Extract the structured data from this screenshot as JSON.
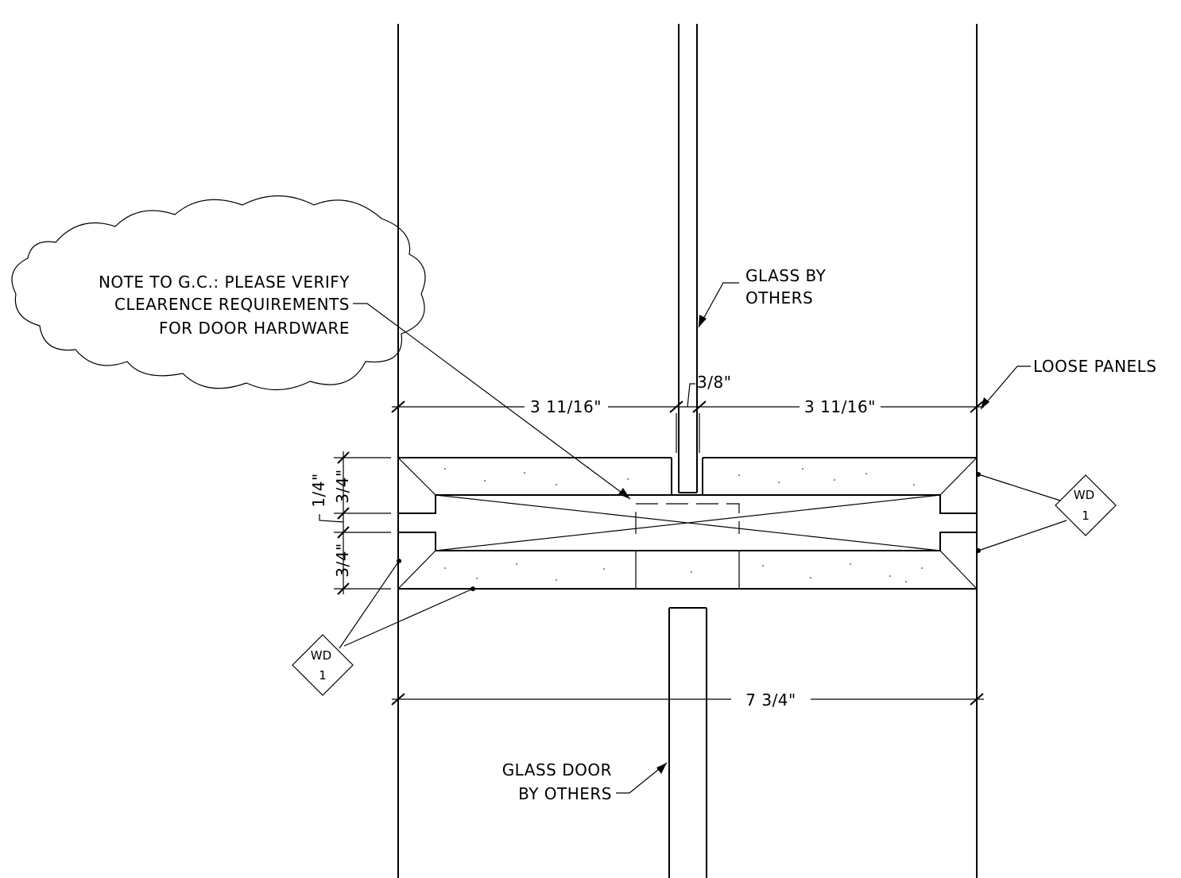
{
  "notes": {
    "cloud_note": [
      "NOTE TO G.C.: PLEASE VERIFY",
      "CLEARENCE REQUIREMENTS",
      "FOR DOOR HARDWARE"
    ],
    "glass": [
      "GLASS BY",
      "OTHERS"
    ],
    "loose_panels": "LOOSE PANELS",
    "glass_door": [
      "GLASS DOOR",
      "BY OTHERS"
    ]
  },
  "dimensions": {
    "top_left": "3 11/16\"",
    "glass_gap": "3/8\"",
    "top_right": "3 11/16\"",
    "overall": "7 3/4\"",
    "left_top": "3/4\"",
    "left_mid": "1/4\"",
    "left_bottom": "3/4\""
  },
  "tags": {
    "right": {
      "code": "WD",
      "num": "1"
    },
    "left": {
      "code": "WD",
      "num": "1"
    }
  }
}
